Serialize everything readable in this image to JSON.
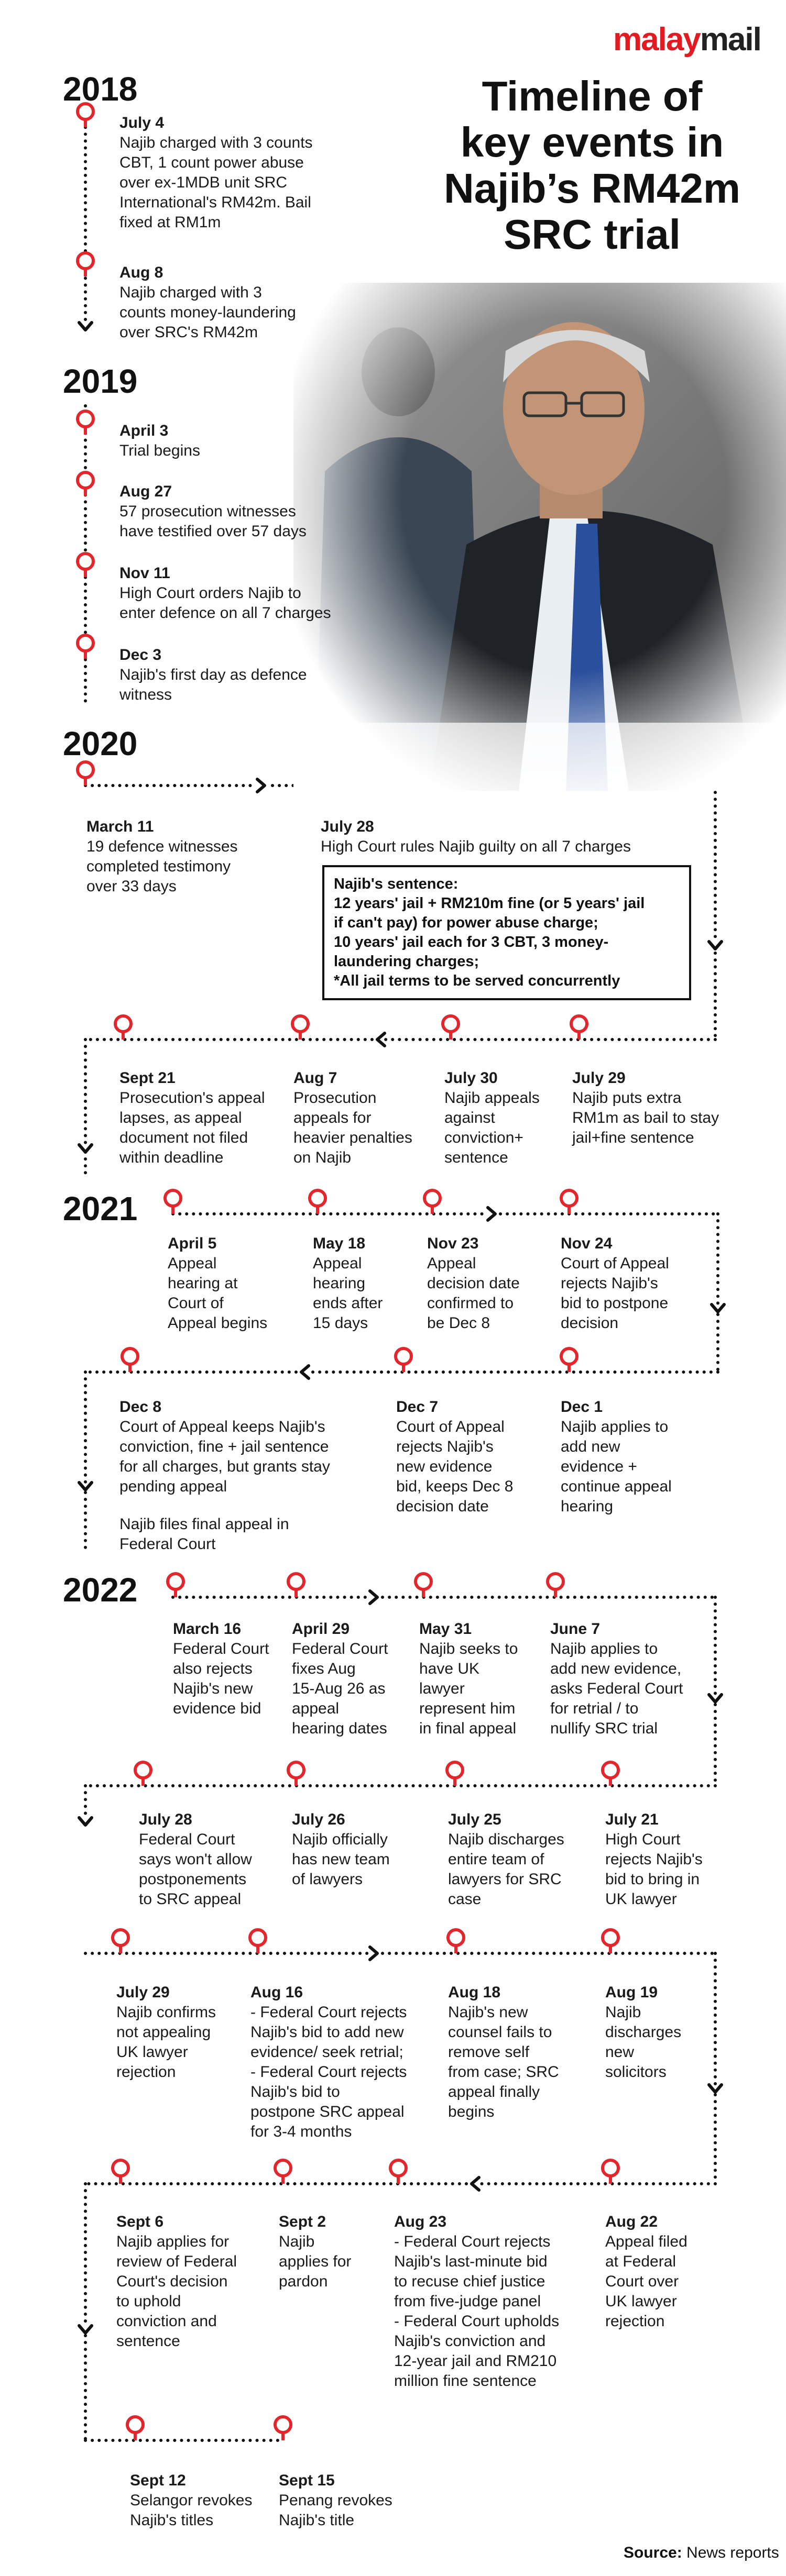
{
  "brand": {
    "part1": "malay",
    "part2": "mail"
  },
  "title": "Timeline of\nkey events in\nNajib’s RM42m\nSRC trial",
  "years": [
    "2018",
    "2019",
    "2020",
    "2021",
    "2022"
  ],
  "events": [
    {
      "date": "July 4",
      "text": "Najib charged with 3 counts\nCBT, 1 count power abuse\nover ex-1MDB unit SRC\nInternational's RM42m. Bail\nfixed at RM1m"
    },
    {
      "date": "Aug 8",
      "text": "Najib charged with 3\ncounts money-laundering\nover SRC's RM42m"
    },
    {
      "date": "April 3",
      "text": "Trial begins"
    },
    {
      "date": "Aug 27",
      "text": "57 prosecution witnesses\nhave testified over 57 days"
    },
    {
      "date": "Nov 11",
      "text": "High Court orders Najib to\nenter defence on all 7 charges"
    },
    {
      "date": "Dec 3",
      "text": "Najib's first day as defence\nwitness"
    },
    {
      "date": "March 11",
      "text": "19 defence witnesses\ncompleted testimony\nover 33 days"
    },
    {
      "date": "July 28",
      "text": "High Court rules Najib guilty on all 7 charges"
    },
    {
      "date": "July 29",
      "text": "Najib puts extra\nRM1m as bail to stay\njail+fine sentence"
    },
    {
      "date": "July 30",
      "text": "Najib appeals\nagainst\nconviction+\nsentence"
    },
    {
      "date": "Aug 7",
      "text": "Prosecution\nappeals for\nheavier penalties\non Najib"
    },
    {
      "date": "Sept 21",
      "text": "Prosecution's appeal\nlapses, as appeal\ndocument not filed\nwithin deadline"
    },
    {
      "date": "April 5",
      "text": "Appeal\nhearing at\nCourt of\nAppeal begins"
    },
    {
      "date": "May 18",
      "text": "Appeal\nhearing\nends after\n15 days"
    },
    {
      "date": "Nov 23",
      "text": "Appeal\ndecision date\nconfirmed to\nbe Dec 8"
    },
    {
      "date": "Nov 24",
      "text": "Court of Appeal\nrejects Najib's\nbid to postpone\ndecision"
    },
    {
      "date": "Dec 1",
      "text": "Najib applies to\nadd new\nevidence +\ncontinue appeal\nhearing"
    },
    {
      "date": "Dec 7",
      "text": "Court of Appeal\nrejects Najib's\nnew evidence\nbid, keeps Dec 8\ndecision date"
    },
    {
      "date": "Dec 8",
      "text": "Court of Appeal keeps Najib's\nconviction, fine + jail sentence\nfor all charges, but grants stay\npending appeal"
    },
    {
      "date": "March 16",
      "text": "Federal Court\nalso rejects\nNajib's new\nevidence bid"
    },
    {
      "date": "April 29",
      "text": "Federal Court\nfixes Aug\n15-Aug 26 as\nappeal\nhearing dates"
    },
    {
      "date": "May 31",
      "text": "Najib seeks to\nhave UK\nlawyer\nrepresent him\nin final appeal"
    },
    {
      "date": "June 7",
      "text": "Najib applies to\nadd new evidence,\nasks Federal Court\nfor retrial / to\nnullify SRC trial"
    },
    {
      "date": "July 21",
      "text": "High Court\nrejects Najib's\nbid to bring in\nUK lawyer"
    },
    {
      "date": "July 25",
      "text": "Najib discharges\nentire team of\nlawyers for SRC\ncase"
    },
    {
      "date": "July 26",
      "text": "Najib officially\nhas new team\nof lawyers"
    },
    {
      "date": "July 28",
      "text": "Federal Court\nsays won't allow\npostponements\nto SRC appeal"
    },
    {
      "date": "July 29",
      "text": "Najib confirms\nnot appealing\nUK lawyer\nrejection"
    },
    {
      "date": "Aug 16",
      "text": "- Federal Court rejects\nNajib's bid to add new\nevidence/ seek retrial;\n- Federal Court rejects\nNajib's bid to\npostpone SRC appeal\nfor 3-4 months"
    },
    {
      "date": "Aug 18",
      "text": "Najib's new\ncounsel fails to\nremove self\nfrom case; SRC\nappeal finally\nbegins"
    },
    {
      "date": "Aug 19",
      "text": "Najib\ndischarges\nnew\nsolicitors"
    },
    {
      "date": "Aug 22",
      "text": "Appeal filed\nat Federal\nCourt over\nUK lawyer\nrejection"
    },
    {
      "date": "Aug 23",
      "text": "- Federal Court rejects\nNajib's last-minute bid\nto recuse chief justice\nfrom five-judge panel\n- Federal Court upholds\nNajib's conviction and\n12-year jail and RM210\nmillion fine sentence"
    },
    {
      "date": "Sept 2",
      "text": "Najib\napplies for\npardon"
    },
    {
      "date": "Sept 6",
      "text": "Najib applies for\nreview of Federal\nCourt's decision\nto uphold\nconviction and\nsentence"
    },
    {
      "date": "Sept 12",
      "text": "Selangor revokes\nNajib's titles"
    },
    {
      "date": "Sept 15",
      "text": "Penang revokes\nNajib's title"
    }
  ],
  "sentence_box": {
    "heading": "Najib's sentence:",
    "lines": [
      "12 years' jail + RM210m fine (or 5 years' jail",
      "if can't pay) for power abuse charge;",
      "10 years' jail each for 3 CBT, 3 money-",
      "laundering charges;",
      "*All jail terms to be served concurrently"
    ]
  },
  "final_appeal_note": "Najib files final appeal in\nFederal Court",
  "source": {
    "label": "Source:",
    "text": "News reports"
  },
  "colors": {
    "marker": "#e2262b",
    "text": "#111111",
    "brand_red": "#e21b22",
    "line": "#111111"
  }
}
